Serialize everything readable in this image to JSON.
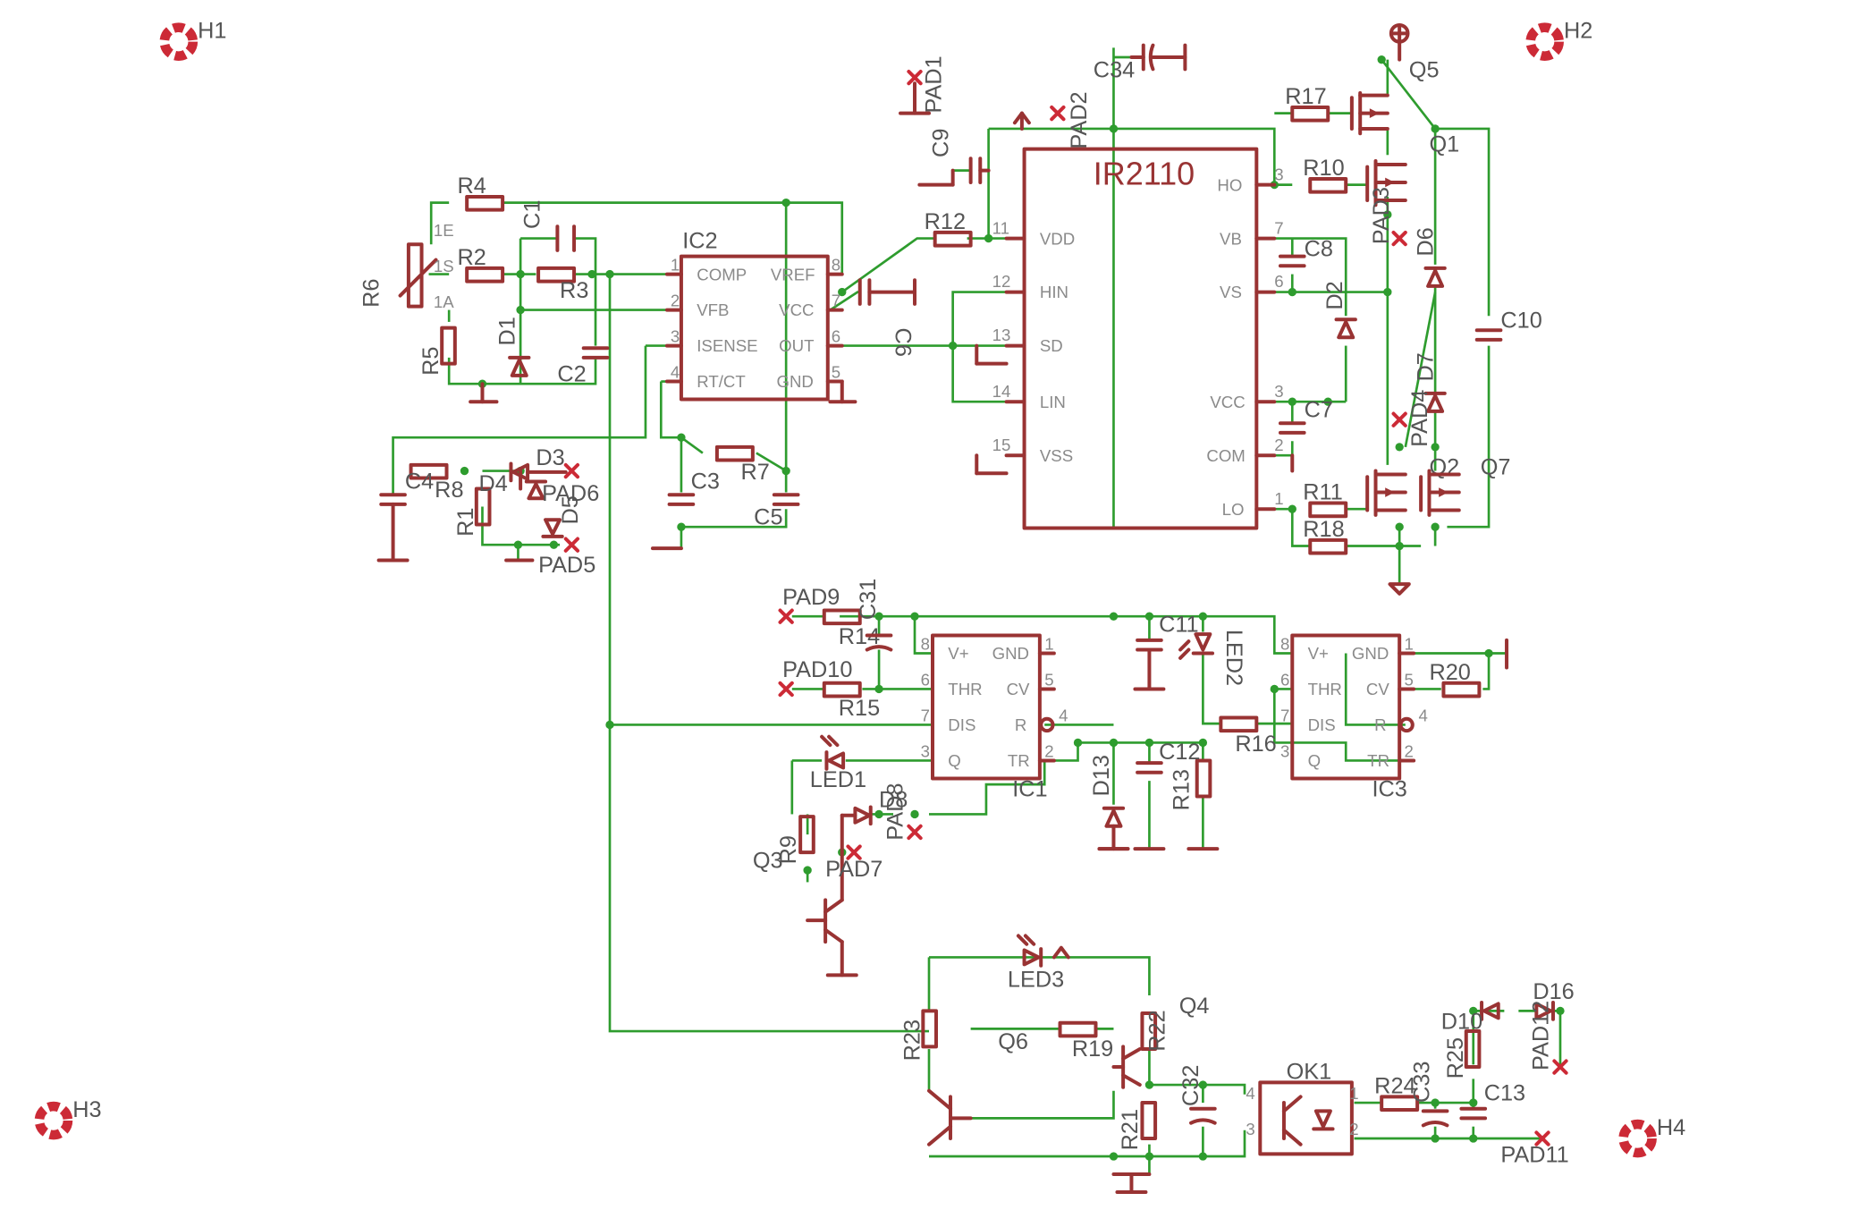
{
  "mounting_holes": [
    "H1",
    "H2",
    "H3",
    "H4"
  ],
  "ics": {
    "ir2110": {
      "title": "IR2110",
      "left_pins": [
        {
          "num": "11",
          "name": "VDD"
        },
        {
          "num": "12",
          "name": "HIN"
        },
        {
          "num": "13",
          "name": "SD"
        },
        {
          "num": "14",
          "name": "LIN"
        },
        {
          "num": "15",
          "name": "VSS"
        }
      ],
      "right_pins": [
        {
          "num": "3",
          "name": "HO"
        },
        {
          "num": "7",
          "name": "VB"
        },
        {
          "num": "6",
          "name": "VS"
        },
        {
          "num": "3",
          "name": "VCC"
        },
        {
          "num": "2",
          "name": "COM"
        },
        {
          "num": "1",
          "name": "LO"
        }
      ]
    },
    "ic2": {
      "label": "IC2",
      "left_pins": [
        {
          "num": "1",
          "name": "COMP"
        },
        {
          "num": "2",
          "name": "VFB"
        },
        {
          "num": "3",
          "name": "ISENSE"
        },
        {
          "num": "4",
          "name": "RT/CT"
        }
      ],
      "right_pins": [
        {
          "num": "8",
          "name": "VREF"
        },
        {
          "num": "7",
          "name": "VCC"
        },
        {
          "num": "6",
          "name": "OUT"
        },
        {
          "num": "5",
          "name": "GND"
        }
      ]
    },
    "ic1": {
      "label": "IC1",
      "left_pins": [
        {
          "num": "8",
          "name": "V+"
        },
        {
          "num": "6",
          "name": "THR"
        },
        {
          "num": "7",
          "name": "DIS"
        },
        {
          "num": "3",
          "name": "Q"
        }
      ],
      "right_pins": [
        {
          "num": "1",
          "name": "GND"
        },
        {
          "num": "5",
          "name": "CV"
        },
        {
          "num": "4",
          "name": "R"
        },
        {
          "num": "2",
          "name": "TR"
        }
      ]
    },
    "ic3": {
      "label": "IC3",
      "left_pins": [
        {
          "num": "8",
          "name": "V+"
        },
        {
          "num": "6",
          "name": "THR"
        },
        {
          "num": "7",
          "name": "DIS"
        },
        {
          "num": "3",
          "name": "Q"
        }
      ],
      "right_pins": [
        {
          "num": "1",
          "name": "GND"
        },
        {
          "num": "5",
          "name": "CV"
        },
        {
          "num": "4",
          "name": "R"
        },
        {
          "num": "2",
          "name": "TR"
        }
      ]
    }
  },
  "potentiometer": {
    "label": "R6",
    "pins": [
      "1E",
      "1S",
      "1A"
    ]
  },
  "resistors": {
    "R1": "R1",
    "R2": "R2",
    "R3": "R3",
    "R4": "R4",
    "R5": "R5",
    "R7": "R7",
    "R8": "R8",
    "R9": "R9",
    "R10": "R10",
    "R11": "R11",
    "R12": "R12",
    "R13": "R13",
    "R14": "R14",
    "R15": "R15",
    "R16": "R16",
    "R17": "R17",
    "R18": "R18",
    "R19": "R19",
    "R20": "R20",
    "R21": "R21",
    "R22": "R22",
    "R23": "R23",
    "R24": "R24",
    "R25": "R25"
  },
  "capacitors": {
    "C1": "C1",
    "C2": "C2",
    "C3": "C3",
    "C4": "C4",
    "C5": "C5",
    "C6": "C6",
    "C7": "C7",
    "C8": "C8",
    "C9": "C9",
    "C10": "C10",
    "C11": "C11",
    "C12": "C12",
    "C13": "C13",
    "C31": "C31",
    "C32": "C32",
    "C33": "C33",
    "C34": "C34"
  },
  "diodes": {
    "D1": "D1",
    "D2": "D2",
    "D3": "D3",
    "D4": "D4",
    "D5": "D5",
    "D6": "D6",
    "D7": "D7",
    "D8": "D8",
    "D10": "D10",
    "D13": "D13",
    "D16": "D16"
  },
  "leds": {
    "LED1": "LED1",
    "LED2": "LED2",
    "LED3": "LED3"
  },
  "transistors": {
    "Q1": "Q1",
    "Q2": "Q2",
    "Q3": "Q3",
    "Q4": "Q4",
    "Q5": "Q5",
    "Q6": "Q6",
    "Q7": "Q7"
  },
  "optocoupler": {
    "label": "OK1",
    "pins": [
      "1",
      "2",
      "3",
      "4"
    ]
  },
  "pads": {
    "PAD1": "PAD1",
    "PAD2": "PAD2",
    "PAD3": "PAD3",
    "PAD4": "PAD4",
    "PAD5": "PAD5",
    "PAD6": "PAD6",
    "PAD7": "PAD7",
    "PAD8": "PAD8",
    "PAD9": "PAD9",
    "PAD10": "PAD10",
    "PAD11": "PAD11",
    "PAD12": "PAD12"
  },
  "colors": {
    "component": "#993333",
    "wire": "#2e9c2e",
    "pad": "#cc2a36",
    "label": "#555555"
  }
}
